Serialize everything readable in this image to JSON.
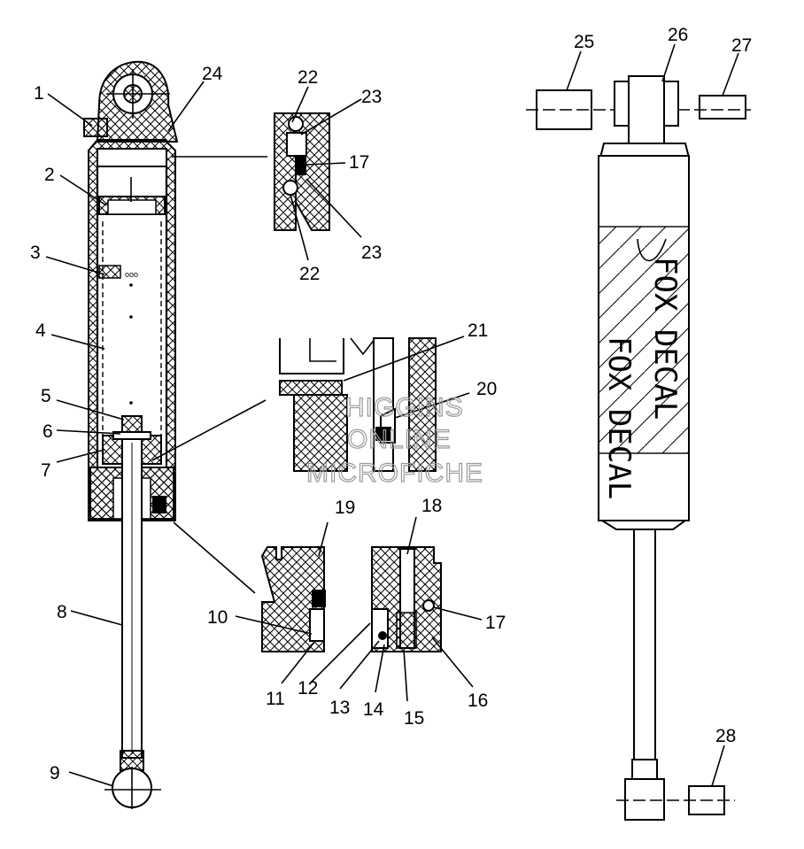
{
  "diagram": {
    "labels": [
      {
        "id": "1",
        "text": "1"
      },
      {
        "id": "2",
        "text": "2"
      },
      {
        "id": "3",
        "text": "3"
      },
      {
        "id": "4",
        "text": "4"
      },
      {
        "id": "5",
        "text": "5"
      },
      {
        "id": "6",
        "text": "6"
      },
      {
        "id": "7",
        "text": "7"
      },
      {
        "id": "8",
        "text": "8"
      },
      {
        "id": "9",
        "text": "9"
      },
      {
        "id": "10",
        "text": "10"
      },
      {
        "id": "11",
        "text": "11"
      },
      {
        "id": "12",
        "text": "12"
      },
      {
        "id": "13",
        "text": "13"
      },
      {
        "id": "14",
        "text": "14"
      },
      {
        "id": "15",
        "text": "15"
      },
      {
        "id": "16",
        "text": "16"
      },
      {
        "id": "17a",
        "text": "17"
      },
      {
        "id": "17b",
        "text": "17"
      },
      {
        "id": "18",
        "text": "18"
      },
      {
        "id": "19",
        "text": "19"
      },
      {
        "id": "20",
        "text": "20"
      },
      {
        "id": "21",
        "text": "21"
      },
      {
        "id": "22a",
        "text": "22"
      },
      {
        "id": "22b",
        "text": "22"
      },
      {
        "id": "23a",
        "text": "23"
      },
      {
        "id": "23b",
        "text": "23"
      },
      {
        "id": "24",
        "text": "24"
      },
      {
        "id": "25",
        "text": "25"
      },
      {
        "id": "26",
        "text": "26"
      },
      {
        "id": "27",
        "text": "27"
      },
      {
        "id": "28",
        "text": "28"
      }
    ],
    "decal_text": {
      "upper": "FOX DECAL",
      "lower": "FOX DECAL"
    },
    "watermark": {
      "line1": "HIGGINS",
      "line2": "ONLINE",
      "line3": "MICROFICHE"
    }
  }
}
